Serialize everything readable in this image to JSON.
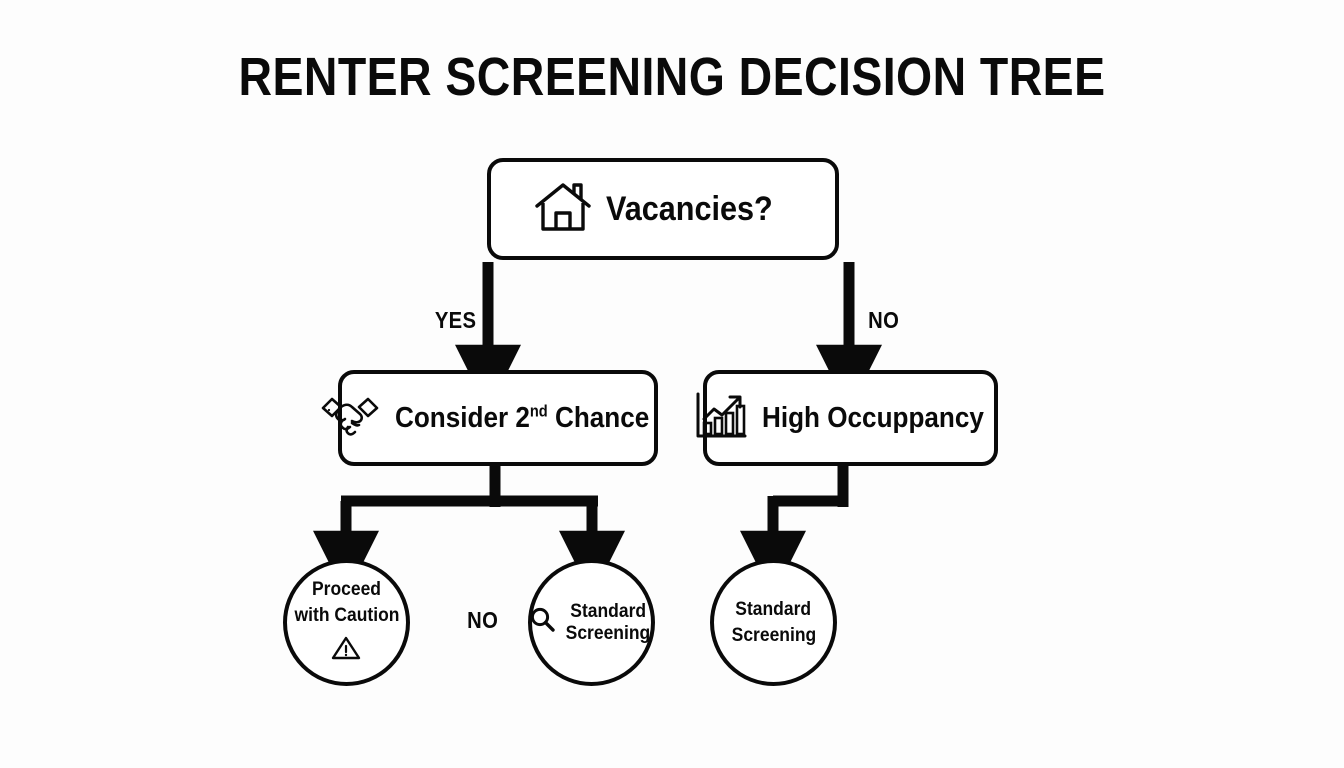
{
  "diagram": {
    "title": "RENTER SCREENING DECISION TREE",
    "background_color": "#fdfdfd",
    "stroke_color": "#0a0a0a",
    "nodes": {
      "root": {
        "label": "Vacancies?",
        "icon": "house-icon",
        "shape": "rounded-rectangle"
      },
      "second_chance": {
        "label_prefix": "Consider 2",
        "label_superscript": "nd",
        "label_suffix": " Chance",
        "icon": "handshake-icon",
        "shape": "rounded-rectangle"
      },
      "high_occupancy": {
        "label": "High Occuppancy",
        "icon": "growth-chart-icon",
        "shape": "rounded-rectangle"
      },
      "proceed_caution": {
        "line1": "Proceed",
        "line2": "with Caution",
        "icon": "warning-triangle-icon",
        "shape": "circle"
      },
      "standard_screening_left": {
        "line1": "Standard",
        "line2": "Screening",
        "icon": "magnifier-icon",
        "shape": "circle"
      },
      "standard_screening_right": {
        "line1": "Standard",
        "line2": "Screening",
        "icon": "none",
        "shape": "circle"
      }
    },
    "edge_labels": {
      "yes": "YES",
      "no_right": "NO",
      "no_middle": "NO"
    }
  }
}
